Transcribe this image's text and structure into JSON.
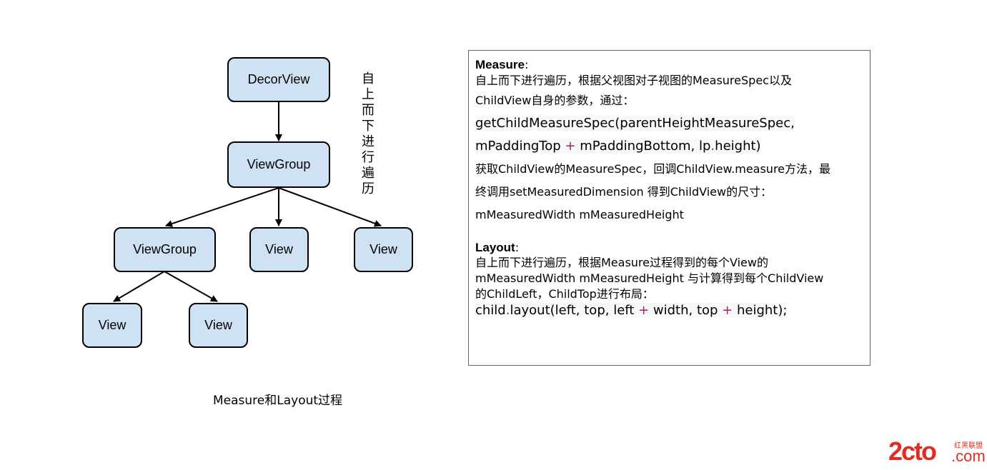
{
  "tree": {
    "nodes": [
      {
        "id": "decor",
        "label": "DecorView"
      },
      {
        "id": "vg1",
        "label": "ViewGroup"
      },
      {
        "id": "vg2",
        "label": "ViewGroup"
      },
      {
        "id": "v1",
        "label": "View"
      },
      {
        "id": "v2",
        "label": "View"
      },
      {
        "id": "v3",
        "label": "View"
      },
      {
        "id": "v4",
        "label": "View"
      }
    ],
    "vertical_note": "自上而下进行遍历",
    "caption": "Measure和Layout过程"
  },
  "panel": {
    "measure_title": "Measure",
    "measure_colon": ":",
    "measure_line1": "自上而下进行遍历，根据父视图对子视图的MeasureSpec以及",
    "measure_line2": "ChildView自身的参数，通过：",
    "code1_a": "getChildMeasureSpec(parentHeightMeasureSpec,",
    "code2_a": "mPaddingTop ",
    "code2_op1": "+",
    "code2_b": " mPaddingBottom, lp",
    "code2_op2": ".",
    "code2_c": "height)",
    "measure_line3": "获取ChildView的MeasureSpec，回调ChildView.measure方法，最",
    "measure_line4": "终调用setMeasuredDimension 得到ChildView的尺寸：",
    "measure_line5": "mMeasuredWidth  mMeasuredHeight",
    "layout_title": "Layout",
    "layout_colon": ":",
    "layout_line1": "自上而下进行遍历，根据Measure过程得到的每个View的",
    "layout_line2": "mMeasuredWidth  mMeasuredHeight 与计算得到每个ChildView",
    "layout_line3": "的ChildLeft，ChildTop进行布局：",
    "code3_a": "child",
    "code3_op1": ".",
    "code3_b": "layout(left, top, left ",
    "code3_op2": "+",
    "code3_c": " width, top ",
    "code3_op3": "+",
    "code3_d": " height);"
  },
  "watermark": {
    "main": "2cto",
    "dot": ".",
    "cn": "红黑联盟",
    "com": "com"
  }
}
